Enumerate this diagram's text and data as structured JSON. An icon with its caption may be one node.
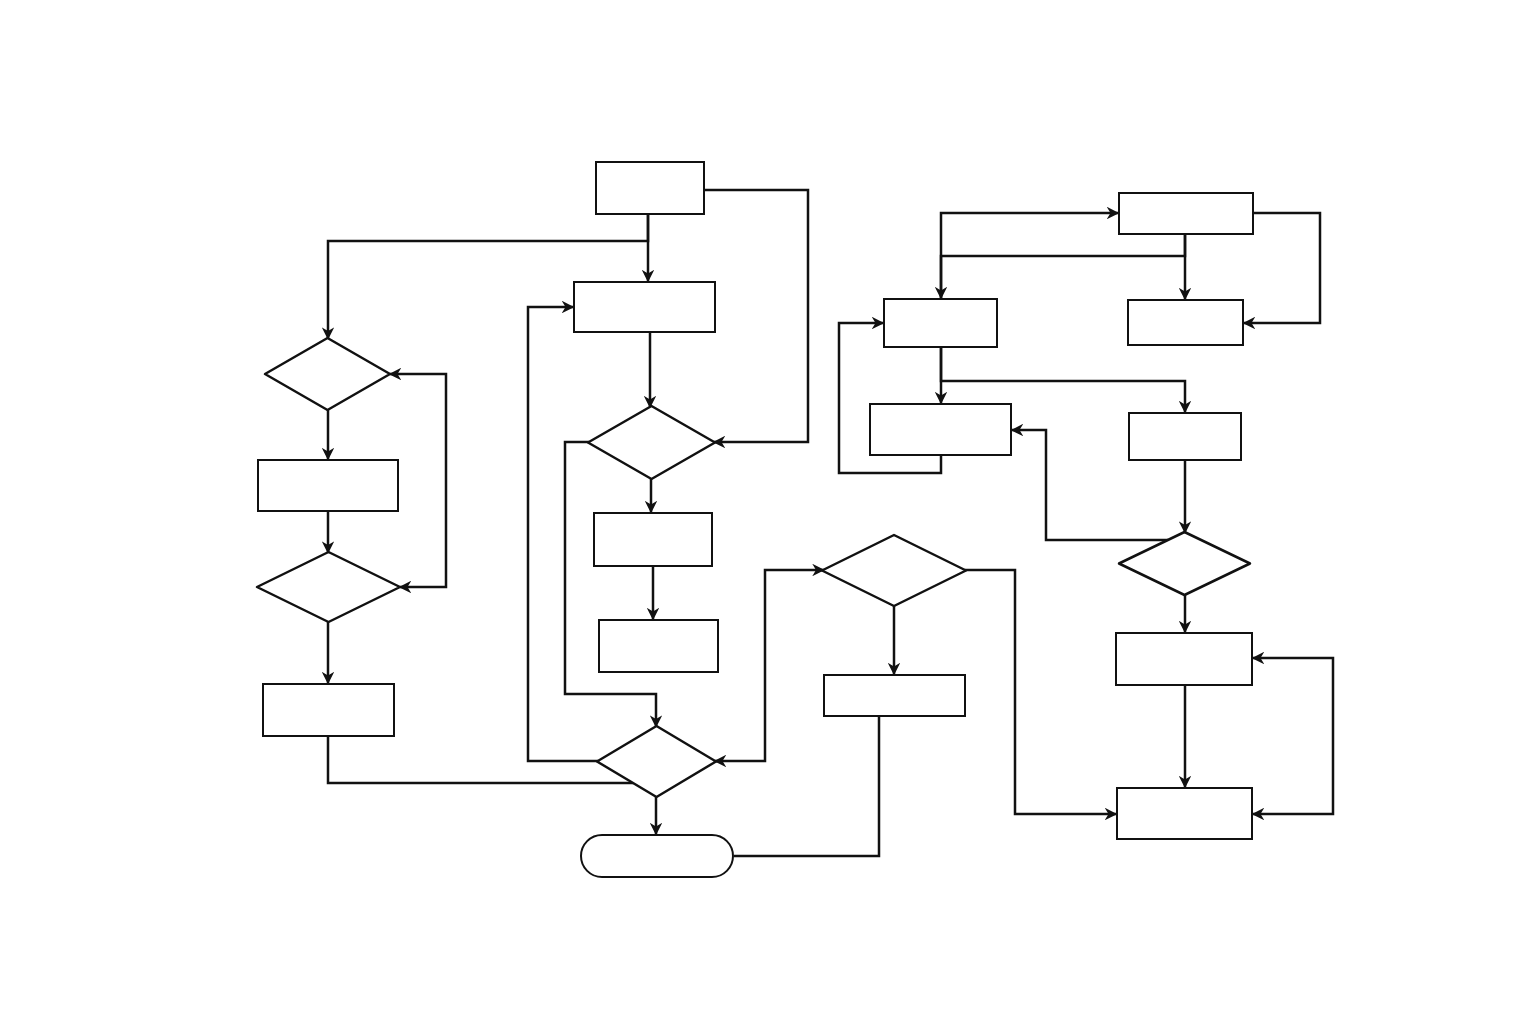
{
  "diagram": {
    "nodes": [
      {
        "text": [],
        "shape": "box"
      },
      {
        "text": [],
        "shape": "box"
      },
      {
        "text": [],
        "shape": "diamond"
      },
      {
        "text": [],
        "shape": "diamond"
      },
      {
        "text": [],
        "shape": "box"
      },
      {
        "text": [],
        "shape": "box"
      },
      {
        "text": [],
        "shape": "diamond"
      },
      {
        "text": [],
        "shape": "box"
      },
      {
        "text": [],
        "shape": "box"
      },
      {
        "text": [],
        "shape": "diamond"
      },
      {
        "text": [],
        "shape": "pill"
      },
      {
        "text": [],
        "shape": "diamond"
      },
      {
        "text": [],
        "shape": "box"
      },
      {
        "text": [],
        "shape": "box"
      },
      {
        "text": [],
        "shape": "box"
      },
      {
        "text": [],
        "shape": "box"
      },
      {
        "text": [],
        "shape": "box"
      },
      {
        "text": [],
        "shape": "box"
      },
      {
        "text": [],
        "shape": "diamond"
      },
      {
        "text": [],
        "shape": "box"
      },
      {
        "text": [],
        "shape": "box"
      }
    ],
    "edges": [
      {
        "from": 0,
        "to": 1,
        "arrow": "to"
      },
      {
        "from": 0,
        "to": 2,
        "arrow": "to"
      },
      {
        "from": 0,
        "to": 3,
        "arrow": "to"
      },
      {
        "from": 1,
        "to": 3,
        "arrow": "to"
      },
      {
        "from": 2,
        "to": 4,
        "arrow": "to"
      },
      {
        "from": 4,
        "to": 6,
        "arrow": "to"
      },
      {
        "from": 6,
        "to": 2,
        "arrow": "both"
      },
      {
        "from": 6,
        "to": 8,
        "arrow": "to"
      },
      {
        "from": 3,
        "to": 5,
        "arrow": "to"
      },
      {
        "from": 5,
        "to": 7,
        "arrow": "to"
      },
      {
        "from": 3,
        "to": 9,
        "arrow": "to"
      },
      {
        "from": 9,
        "to": 1,
        "arrow": "to"
      },
      {
        "from": 8,
        "to": 9,
        "arrow": "none"
      },
      {
        "from": 9,
        "to": 10,
        "arrow": "to"
      },
      {
        "from": 10,
        "to": 12,
        "arrow": "none"
      },
      {
        "from": 9,
        "to": 11,
        "arrow": "both"
      },
      {
        "from": 11,
        "to": 12,
        "arrow": "to"
      },
      {
        "from": 11,
        "to": 20,
        "arrow": "to"
      },
      {
        "from": 13,
        "to": 15,
        "arrow": "to"
      },
      {
        "from": 13,
        "to": 14,
        "arrow": "to"
      },
      {
        "from": 14,
        "to": 13,
        "arrow": "to"
      },
      {
        "from": 13,
        "to": 15,
        "arrow": "to"
      },
      {
        "from": 14,
        "to": 16,
        "arrow": "to"
      },
      {
        "from": 14,
        "to": 17,
        "arrow": "to"
      },
      {
        "from": 16,
        "to": 14,
        "arrow": "to"
      },
      {
        "from": 17,
        "to": 18,
        "arrow": "to"
      },
      {
        "from": 18,
        "to": 16,
        "arrow": "to"
      },
      {
        "from": 18,
        "to": 19,
        "arrow": "to"
      },
      {
        "from": 19,
        "to": 20,
        "arrow": "to"
      },
      {
        "from": 20,
        "to": 19,
        "arrow": "both"
      }
    ]
  }
}
